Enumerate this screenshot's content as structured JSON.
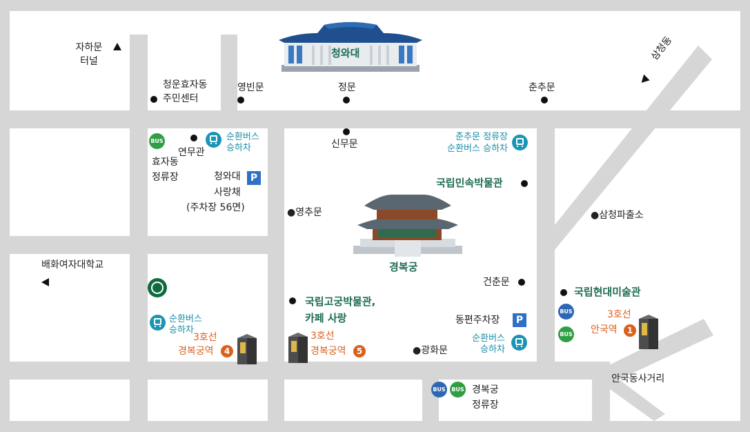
{
  "map": {
    "colors": {
      "background": "#d6d6d6",
      "block": "#ffffff",
      "road": "#d6d6d6",
      "green_label": "#1e6b55",
      "teal_label": "#1a8da8",
      "orange_label": "#d9611c",
      "bus_green": "#2f9e44",
      "bus_blue": "#2f66b3",
      "parking": "#2f6fc4"
    },
    "landmarks": {
      "cheongwadae": "청와대",
      "gyeongbokgung": "경복궁",
      "folk_museum": "국립민속박물관",
      "palace_museum_line1": "국립고궁박물관,",
      "palace_museum_line2": "카페 사랑",
      "mmca": "국립현대미술관"
    },
    "directions": {
      "jahamun_line1": "자하문",
      "jahamun_line2": "터널",
      "baehwa": "배화여자대학교",
      "samcheongdong": "삼청동",
      "anguk_intersection": "안국동사거리"
    },
    "places": {
      "community_center_line1": "청운효자동",
      "community_center_line2": "주민센터",
      "yeongbinmun": "영빈문",
      "jeongmun": "정문",
      "chunchumun": "춘추문",
      "sinmumun": "신무문",
      "yeonmugwan": "연무관",
      "yeongchumun": "●영추문",
      "geonchunmun": "건춘문",
      "gwanghwamun": "●광화문",
      "police_box": "●삼청파출소"
    },
    "transit": {
      "bus_badge": "BUS",
      "hyoja_stop_line1": "효자동",
      "hyoja_stop_line2": "정류장",
      "shuttle_line1": "순환버스",
      "shuttle_line2": "승하차",
      "chunchu_shuttle_line1": "춘추문 정류장",
      "chunchu_shuttle_line2": "순환버스 승하차",
      "gbg_stop_line1": "경복궁",
      "gbg_stop_line2": "정류장",
      "line3": "3호선",
      "gyeongbokgung_station": "경복궁역",
      "anguk_station": "안국역",
      "exit4": "4",
      "exit5": "5",
      "exit1": "1"
    },
    "parking": {
      "symbol": "P",
      "sarangchae_line1": "청와대",
      "sarangchae_line2": "사랑채",
      "sarangchae_line3": "(주차장 56면)",
      "dongpyeon": "동편주차장"
    }
  }
}
